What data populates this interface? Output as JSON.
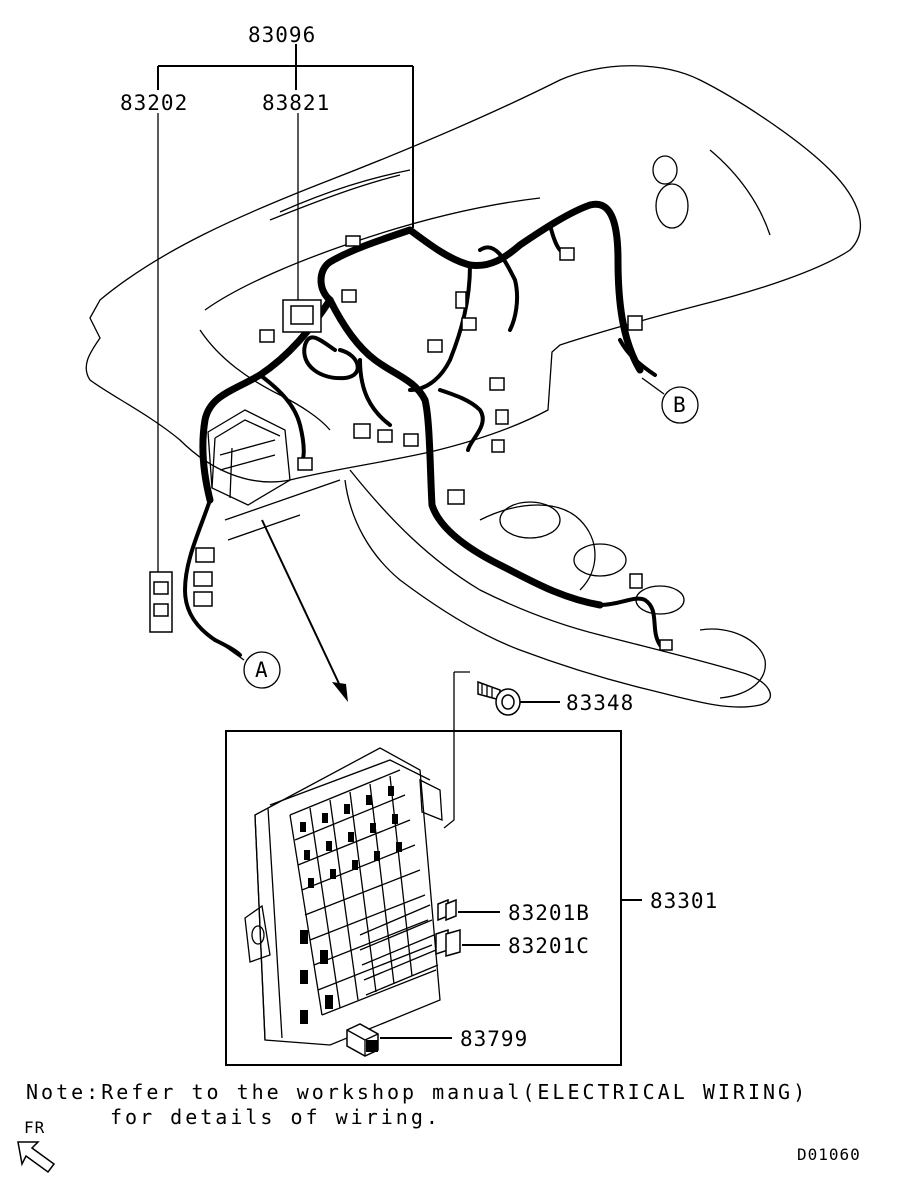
{
  "parts": {
    "harness_main": "83096",
    "harness_left": "83202",
    "relay": "83821",
    "bolt": "83348",
    "junction_block": "83301",
    "fuse_b": "83201B",
    "fuse_c": "83201C",
    "relay_small": "83799"
  },
  "callouts": {
    "a": "A",
    "b": "B"
  },
  "note": {
    "line1": "Note:Refer to the workshop manual(ELECTRICAL WIRING)",
    "line2": "for details of wiring."
  },
  "direction": {
    "label": "FR",
    "icon": "arrow-forward-icon"
  },
  "diagram_code": "D01060"
}
